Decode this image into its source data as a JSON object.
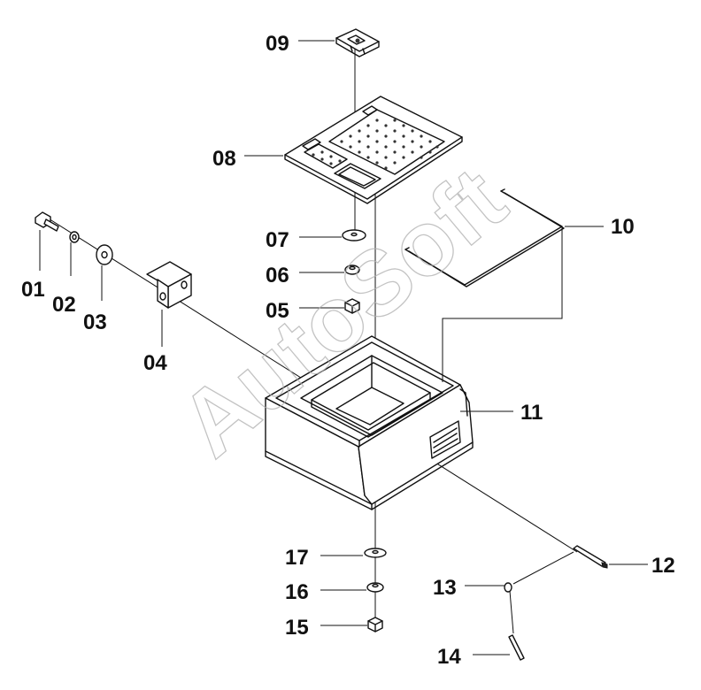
{
  "diagram": {
    "watermark": "AutoSoft",
    "callouts": {
      "c01": "01",
      "c02": "02",
      "c03": "03",
      "c04": "04",
      "c05": "05",
      "c06": "06",
      "c07": "07",
      "c08": "08",
      "c09": "09",
      "c10": "10",
      "c11": "11",
      "c12": "12",
      "c13": "13",
      "c14": "14",
      "c15": "15",
      "c16": "16",
      "c17": "17"
    }
  },
  "colors": {
    "ink": "#111111",
    "watermark": "#b0b0b0",
    "background": "#ffffff"
  }
}
